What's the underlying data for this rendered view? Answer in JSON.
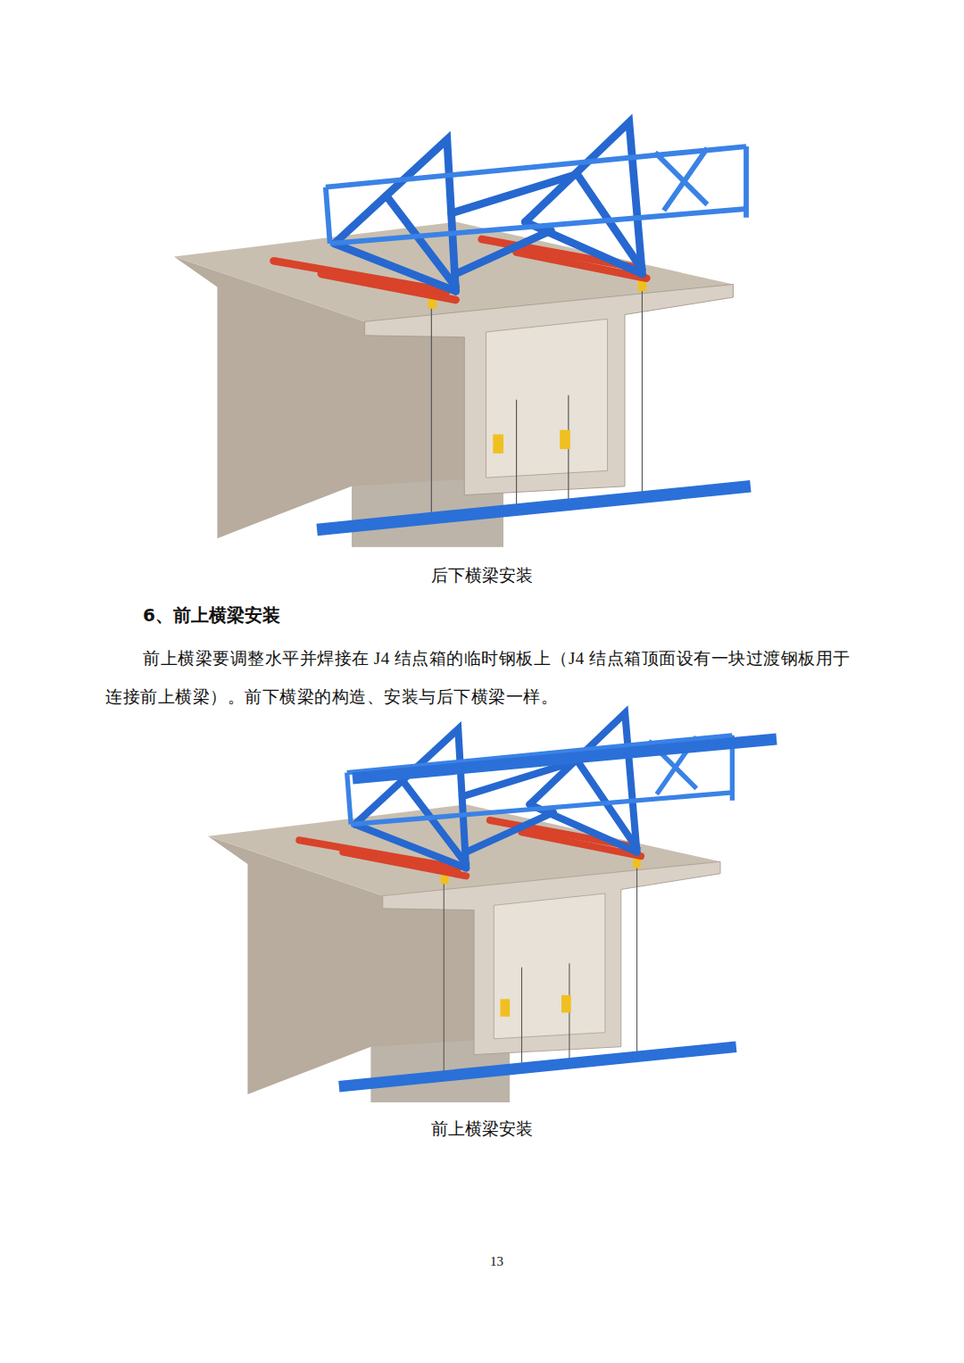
{
  "diagram": {
    "title": "6、前上横梁安装",
    "labels": [
      "后下横梁安装",
      "前上横梁要调整水平并焊接在 J4 结点箱的临时钢板上（J4 结点箱顶面设有一块过渡钢板用于连接前上横梁）。前下横梁的构造、安装与后下横梁一样。",
      "前上横梁安装",
      "13"
    ]
  }
}
